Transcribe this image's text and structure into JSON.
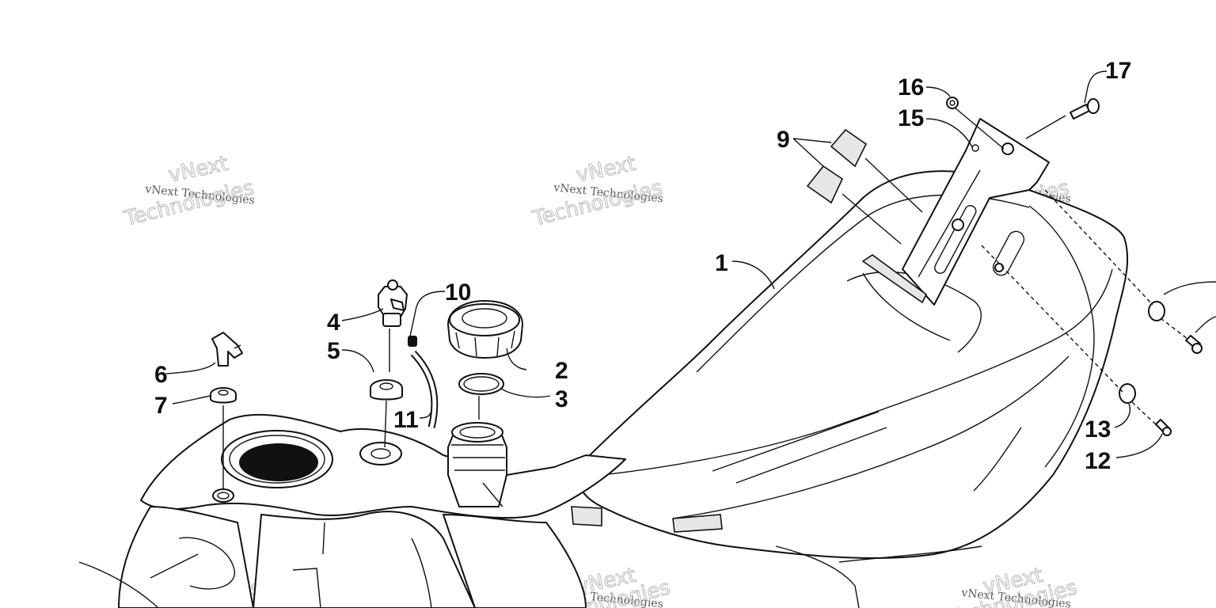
{
  "diagram": {
    "callouts": [
      {
        "id": "c1",
        "label": "1"
      },
      {
        "id": "c2",
        "label": "2"
      },
      {
        "id": "c3",
        "label": "3"
      },
      {
        "id": "c4",
        "label": "4"
      },
      {
        "id": "c5",
        "label": "5"
      },
      {
        "id": "c6",
        "label": "6"
      },
      {
        "id": "c7",
        "label": "7"
      },
      {
        "id": "c9",
        "label": "9"
      },
      {
        "id": "c10",
        "label": "10"
      },
      {
        "id": "c11",
        "label": "11"
      },
      {
        "id": "c12",
        "label": "12"
      },
      {
        "id": "c13",
        "label": "13"
      },
      {
        "id": "c15",
        "label": "15"
      },
      {
        "id": "c16",
        "label": "16"
      },
      {
        "id": "c17",
        "label": "17"
      }
    ],
    "watermark": {
      "small_text": "vNext Technologies",
      "brand": "vNext",
      "word": "Technologies"
    },
    "colors": {
      "line": "#111111",
      "watermark": "#b8b8b8",
      "background": "#ffffff"
    }
  }
}
